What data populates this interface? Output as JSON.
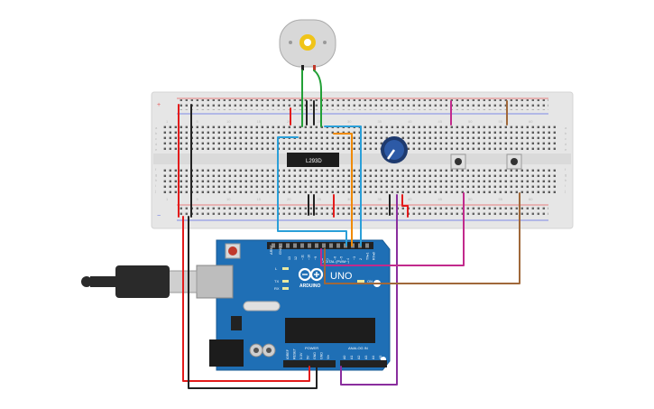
{
  "motor_driver": {
    "label": "L293D"
  },
  "arduino": {
    "brand": "ARDUINO",
    "model": "UNO",
    "digital_header": "DIGITAL (PWM~)",
    "power_header": "POWER",
    "analog_header": "ANALOG IN",
    "on_label": "ON",
    "tx_label": "TX",
    "rx_label": "RX",
    "l_label": "L",
    "aref_label": "AREF",
    "gnd_label": "GND",
    "digital_pins": [
      "13",
      "12",
      "~11",
      "~10",
      "~9",
      "8",
      "7",
      "~6",
      "~5",
      "4",
      "~3",
      "2",
      "TX▸1",
      "RX◂0"
    ],
    "power_pins": [
      "IOREF",
      "RESET",
      "3.3V",
      "5V",
      "GND",
      "GND",
      "Vin"
    ],
    "analog_pins": [
      "A0",
      "A1",
      "A2",
      "A3",
      "A4",
      "A5"
    ]
  },
  "breadboard": {
    "column_numbers": [
      "1",
      "5",
      "10",
      "15",
      "20",
      "25",
      "30",
      "35",
      "40",
      "45",
      "50",
      "55",
      "60"
    ],
    "row_letters_top": [
      "a",
      "b",
      "c",
      "d",
      "e"
    ],
    "row_letters_bottom": [
      "f",
      "g",
      "h",
      "i",
      "j"
    ],
    "plus_sign": "+",
    "minus_sign": "−"
  },
  "colors": {
    "breadboard": "#e6e6e6",
    "board": "#1f6fb5",
    "wire_red": "#e31b1b",
    "wire_black": "#222222",
    "wire_green": "#22a036",
    "wire_blue": "#2a9fd8",
    "wire_orange": "#f08a00",
    "wire_purple": "#8a2e9e",
    "wire_magenta": "#c22a8c",
    "wire_brown": "#a0683a"
  }
}
